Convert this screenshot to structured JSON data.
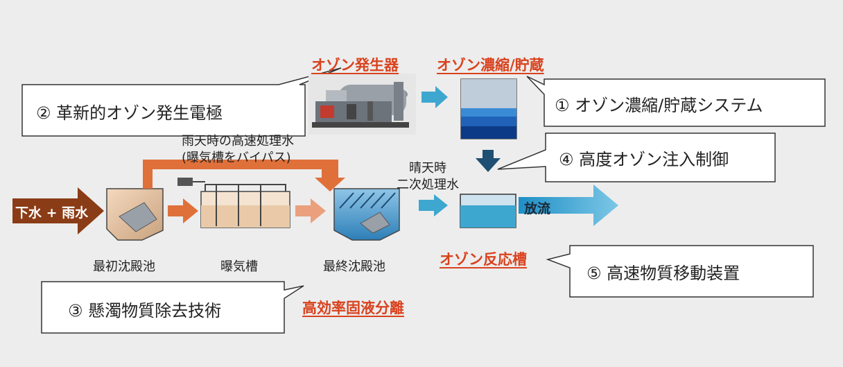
{
  "labels": {
    "ozone_generator": "オゾン発生器",
    "ozone_concentration": "オゾン濃縮/貯蔵",
    "ozone_reaction_tank": "オゾン反応槽",
    "high_efficiency_separation": "高効率固液分離"
  },
  "callouts": {
    "c1": "① オゾン濃縮/貯蔵システム",
    "c2": "② 革新的オゾン発生電極",
    "c3": "③ 懸濁物質除去技術",
    "c4": "④ 高度オゾン注入制御",
    "c5": "⑤ 高速物質移動装置"
  },
  "flow": {
    "inflow": "下水 + 雨水",
    "bypass_line1": "雨天時の高速処理水",
    "bypass_line2": "(曝気槽をバイパス)",
    "dry_weather_line1": "晴天時",
    "dry_weather_line2": "二次処理水",
    "discharge": "放流"
  },
  "tanks": {
    "primary": "最初沈殿池",
    "aeration": "曝気槽",
    "final": "最終沈殿池"
  },
  "colors": {
    "accent_red": "#d9421e",
    "brown_arrow": "#8a3c16",
    "orange_arrow": "#e0703a",
    "blue_arrow": "#3ea7cf",
    "dark_blue": "#1f4f72"
  }
}
